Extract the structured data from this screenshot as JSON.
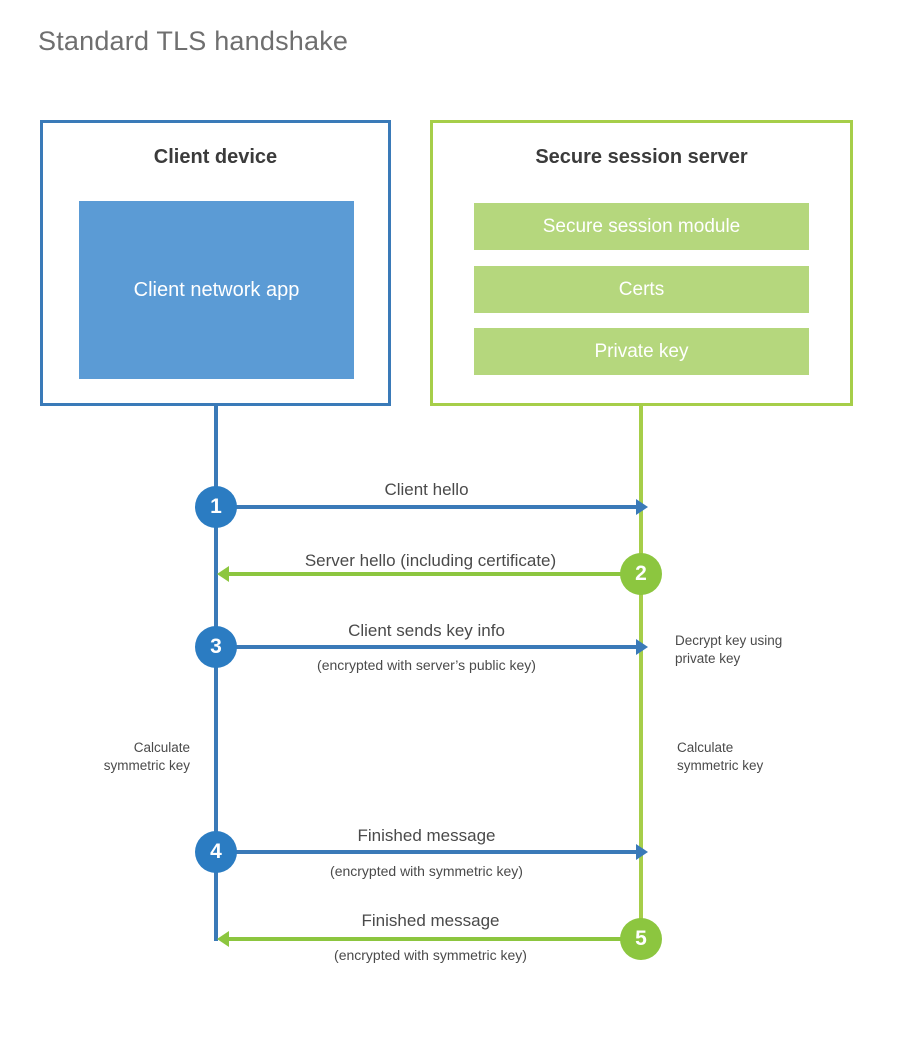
{
  "title": "Standard TLS handshake",
  "colors": {
    "client_border": "#3a7ab8",
    "client_fill": "#5b9bd5",
    "client_circle": "#2b7cc2",
    "server_border": "#a6ce49",
    "server_fill": "#b5d77d",
    "server_circle": "#8cc63f",
    "text": "#4a4a4a",
    "heading": "#3b3b3b",
    "title": "#6f6f6f",
    "background": "#ffffff"
  },
  "client": {
    "box_title": "Client device",
    "app_label": "Client network app"
  },
  "server": {
    "box_title": "Secure session server",
    "blocks": [
      {
        "label": "Secure session module"
      },
      {
        "label": "Certs"
      },
      {
        "label": "Private key"
      }
    ]
  },
  "steps": [
    {
      "number": "1",
      "label": "Client hello",
      "sub": "",
      "direction": "client-to-server",
      "side": "client"
    },
    {
      "number": "2",
      "label": "Server hello (including certificate)",
      "sub": "",
      "direction": "server-to-client",
      "side": "server"
    },
    {
      "number": "3",
      "label": "Client sends key info",
      "sub": "(encrypted with server’s public key)",
      "direction": "client-to-server",
      "side": "client"
    },
    {
      "number": "4",
      "label": "Finished message",
      "sub": "(encrypted with symmetric key)",
      "direction": "client-to-server",
      "side": "client"
    },
    {
      "number": "5",
      "label": "Finished message",
      "sub": "(encrypted with symmetric key)",
      "direction": "server-to-client",
      "side": "server"
    }
  ],
  "annotations": {
    "server_decrypt": "Decrypt key using\nprivate key",
    "client_calculate": "Calculate\nsymmetric key",
    "server_calculate": "Calculate\nsymmetric key"
  }
}
